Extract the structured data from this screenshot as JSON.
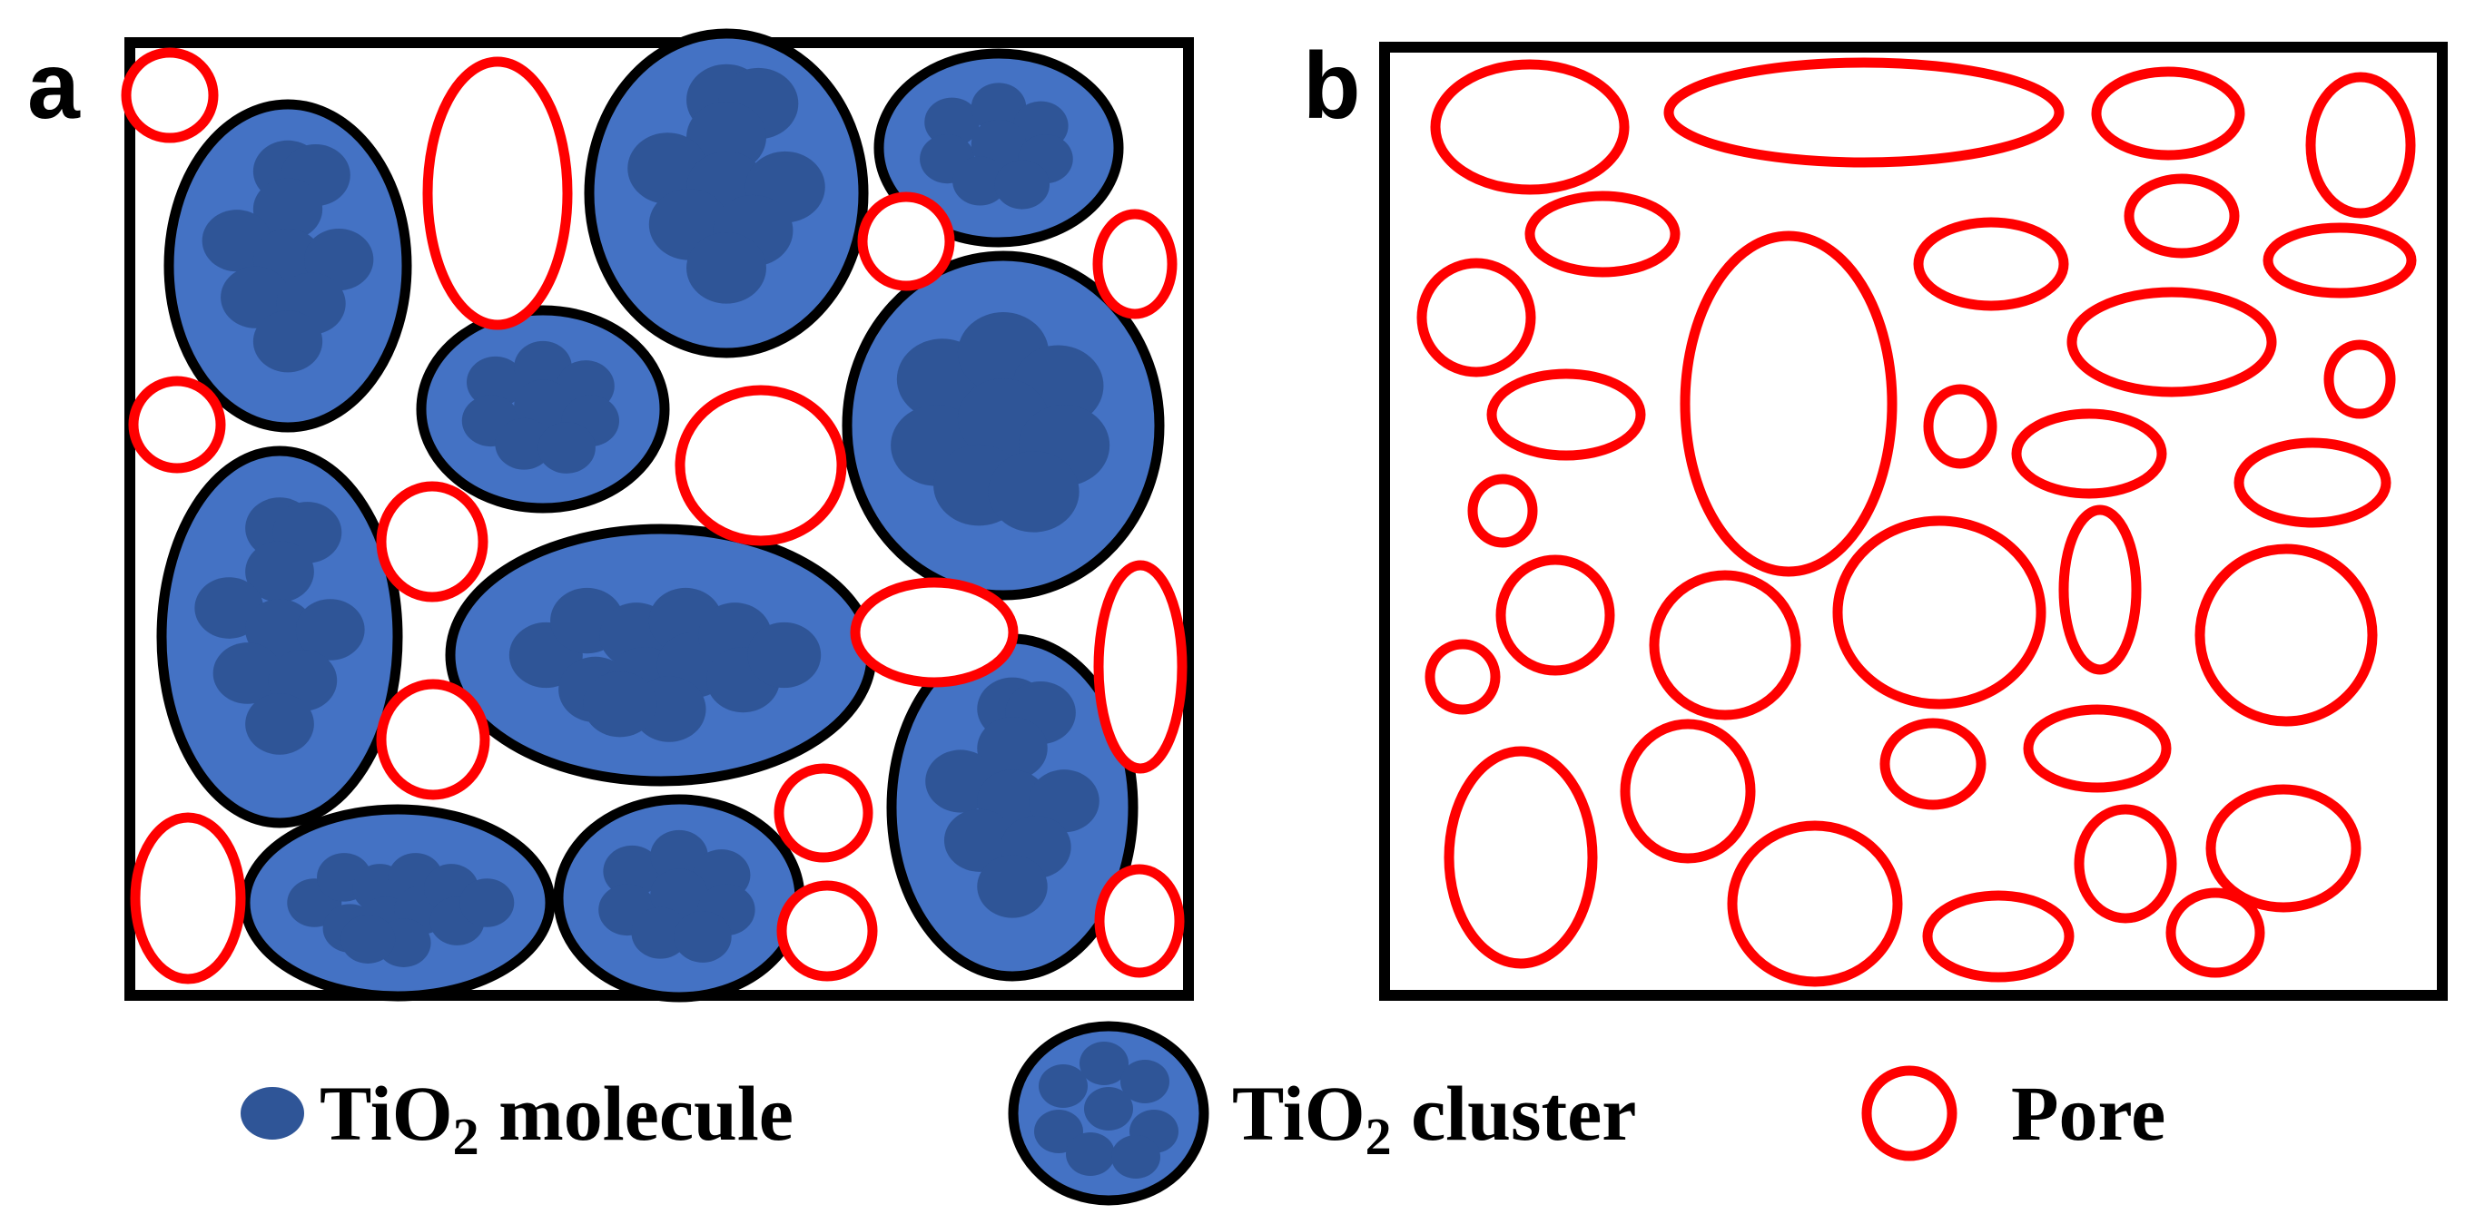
{
  "panels": [
    {
      "label": "a"
    },
    {
      "label": "b"
    }
  ],
  "legend": {
    "molecule": {
      "prefix": "TiO",
      "subscript": "2",
      "suffix": " molecule"
    },
    "cluster": {
      "prefix": "TiO",
      "subscript": "2",
      "suffix": " cluster"
    },
    "pore": {
      "text": "Pore"
    }
  },
  "colors": {
    "cluster_fill": "#4472C4",
    "molecule_fill": "#2F5597",
    "pore_stroke": "#FF0000",
    "frame": "#000000"
  }
}
